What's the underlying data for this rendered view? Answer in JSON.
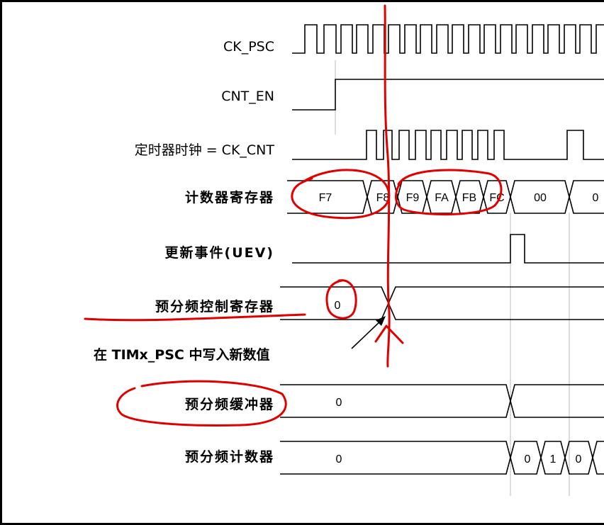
{
  "signals": {
    "ck_psc": "CK_PSC",
    "cnt_en": "CNT_EN",
    "ck_cnt": "定时器时钟 = CK_CNT",
    "counter_reg": "计数器寄存器",
    "uev": "更新事件(UEV)",
    "psc_ctrl": "预分频控制寄存器",
    "psc_buffer": "预分频缓冲器",
    "psc_counter": "预分频计数器"
  },
  "annotation": "在 TIMx_PSC 中写入新数值",
  "values": {
    "counter": [
      "F7",
      "F8",
      "F9",
      "FA",
      "FB",
      "FC",
      "00",
      "0"
    ],
    "psc_ctrl": "0",
    "psc_buffer": "0",
    "psc_counter": [
      "0",
      "0",
      "1",
      "0"
    ]
  },
  "colors": {
    "ink": "#000000",
    "markup": "#e00000"
  }
}
